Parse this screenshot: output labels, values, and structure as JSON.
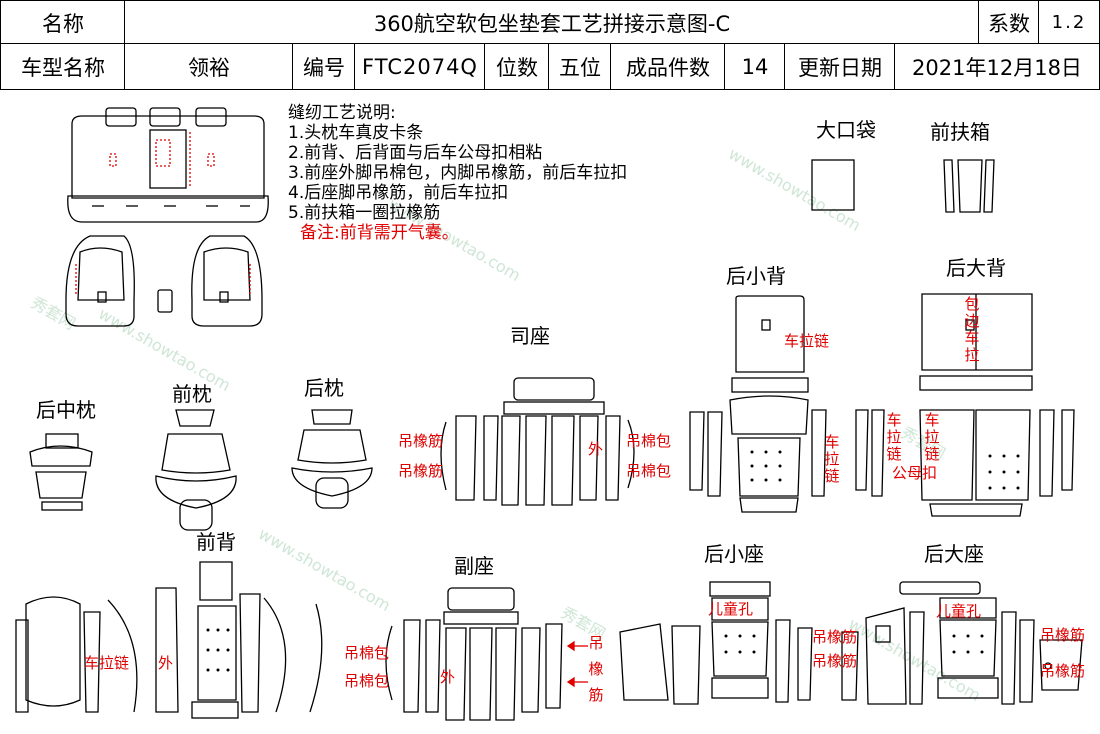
{
  "header": {
    "name_label": "名称",
    "title": "360航空软包坐垫套工艺拼接示意图-C",
    "coef_label": "系数",
    "coef_value": "1.2",
    "car_label": "车型名称",
    "car_value": "领裕",
    "code_label": "编号",
    "code_value": "FTC2074Q",
    "seats_label": "位数",
    "seats_value": "五位",
    "pieces_label": "成品件数",
    "pieces_value": "14",
    "date_label": "更新日期",
    "date_value": "2021年12月18日"
  },
  "notes": {
    "heading": "缝纫工艺说明:",
    "items": [
      "1.头枕车真皮卡条",
      "2.前背、后背面与后车公母扣相粘",
      "3.前座外脚吊棉包，内脚吊橡筋，前后车拉扣",
      "4.后座脚吊橡筋，前后车拉扣",
      "5.前扶箱一圈拉橡筋"
    ],
    "remark": "备注:前背需开气囊。"
  },
  "sections": {
    "big_pocket": "大口袋",
    "front_armrest": "前扶箱",
    "rear_small_back": "后小背",
    "rear_big_back": "后大背",
    "driver_seat": "司座",
    "rear_middle_pillow": "后中枕",
    "front_pillow": "前枕",
    "rear_pillow": "后枕",
    "front_back": "前背",
    "passenger_seat": "副座",
    "rear_small_seat": "后小座",
    "rear_big_seat": "后大座"
  },
  "annotations": {
    "zipper": "车拉链",
    "rubber": "吊橡筋",
    "cotton": "吊棉包",
    "outer": "外",
    "child_hole": "儿童孔",
    "edge_zip": "包边车拉",
    "snap": "公母扣"
  },
  "watermark": {
    "text1": "秀套网",
    "text2": "www.showtao.com"
  },
  "colors": {
    "annotation": "#e00000",
    "line": "#000000",
    "watermark": "#cfe6d6"
  }
}
